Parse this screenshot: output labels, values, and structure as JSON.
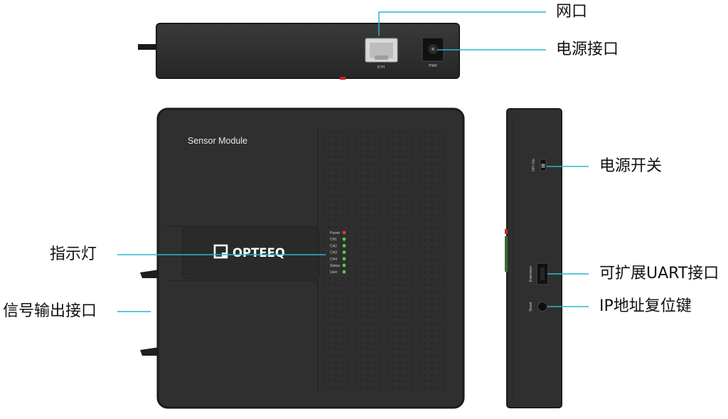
{
  "colors": {
    "device_body": "#2f2f2f",
    "device_edge": "#1c1c1c",
    "leader_line": "#2bb6d3",
    "led_red": "#e53935",
    "led_green": "#5cc84a",
    "text_dark": "#111111"
  },
  "callouts": {
    "ethernet_port": "网口",
    "power_port": "电源接口",
    "power_switch": "电源开关",
    "indicator_lights": "指示灯",
    "uart_port": "可扩展UART接口",
    "signal_output": "信号输出接口",
    "ip_reset": "IP地址复位键"
  },
  "device": {
    "module_name": "Sensor Module",
    "brand": "OPTEEQ",
    "port_labels": {
      "eth": "ETH",
      "pwr": "PWR"
    },
    "side_labels": {
      "switch": "Off / On",
      "extension": "Extension",
      "reset": "Reset"
    },
    "leds": [
      {
        "label": "Power",
        "color": "red"
      },
      {
        "label": "CH1",
        "color": "green"
      },
      {
        "label": "CH2",
        "color": "green"
      },
      {
        "label": "CH3",
        "color": "green"
      },
      {
        "label": "CH4",
        "color": "green"
      },
      {
        "label": "Status",
        "color": "green"
      },
      {
        "label": "User",
        "color": "green"
      }
    ]
  }
}
